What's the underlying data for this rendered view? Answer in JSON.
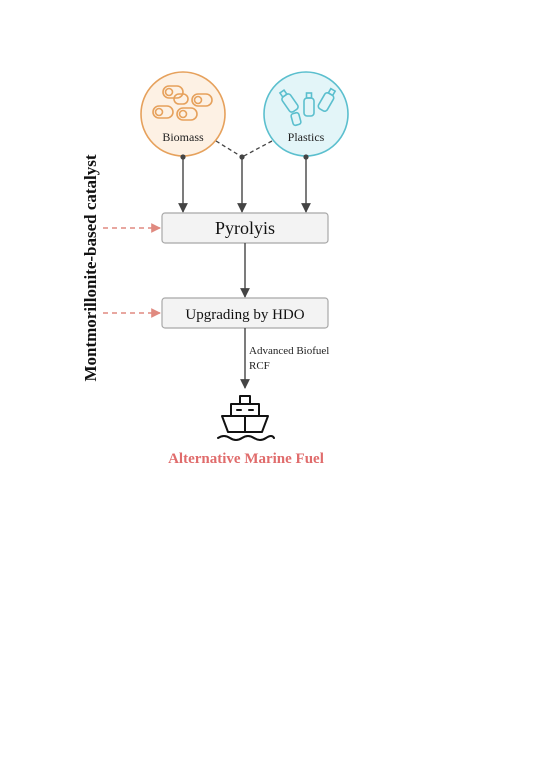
{
  "side_label": "Montmorillonite-based catalyst",
  "feedstocks": {
    "biomass": {
      "label": "Biomass",
      "color": "#e6a15c",
      "fill": "#fdf1e4",
      "icon": "wood-logs-icon"
    },
    "plastics": {
      "label": "Plastics",
      "color": "#5bbfce",
      "fill": "#e3f5f8",
      "icon": "plastic-bottles-icon"
    }
  },
  "processes": {
    "pyrolysis": {
      "label": "Pyrolyis"
    },
    "upgrading": {
      "label": "Upgrading by HDO"
    }
  },
  "products": {
    "line1": "Advanced Biofuel",
    "line2": "RCF"
  },
  "output": {
    "label": "Alternative Marine Fuel",
    "color": "#e06c6c",
    "icon": "ship-icon"
  },
  "colors": {
    "arrow": "#444444",
    "catalyst_arrow": "#e08a80",
    "box_fill": "#f3f3f3",
    "box_stroke": "#a8a8a8"
  }
}
